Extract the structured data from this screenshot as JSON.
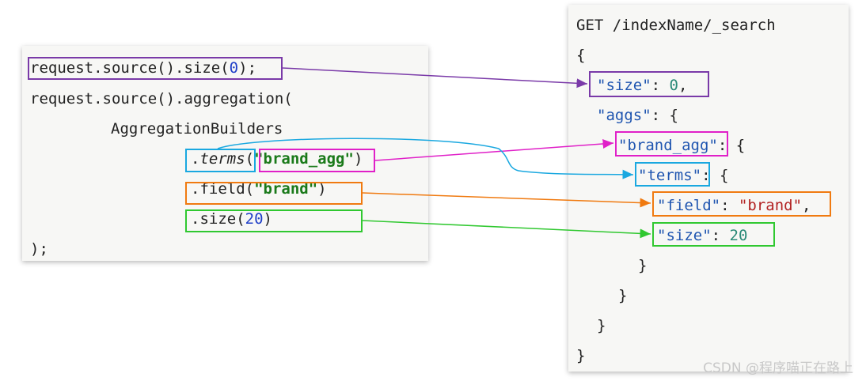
{
  "java_code": {
    "line1": {
      "prefix": "request.source().size(",
      "arg": "0",
      "suffix": ");"
    },
    "line2": "request.source().aggregation(",
    "line3": "AggregationBuilders",
    "line4": {
      "dot": ".",
      "method": "terms",
      "open": "(",
      "arg": "\"brand_agg\"",
      "close": ")"
    },
    "line5": {
      "prefix": ".field(",
      "arg": "\"brand\"",
      "suffix": ")"
    },
    "line6": {
      "prefix": ".size(",
      "arg": "20",
      "suffix": ")"
    },
    "line7": ");"
  },
  "dsl_code": {
    "line1": "GET /indexName/_search",
    "line2": "{",
    "line3": {
      "key": "\"size\"",
      "sep": ": ",
      "val": "0",
      "end": ","
    },
    "line4": {
      "key": "\"aggs\"",
      "rest": ": {"
    },
    "line5": {
      "key": "\"brand_agg\"",
      "rest": ": {"
    },
    "line6": {
      "key": "\"terms\"",
      "rest": ": {"
    },
    "line7": {
      "key": "\"field\"",
      "sep": ": ",
      "val": "\"brand\"",
      "end": ","
    },
    "line8": {
      "key": "\"size\"",
      "sep": ": ",
      "val": "20"
    },
    "line9": "}",
    "line10": "}",
    "line11": "}",
    "line12": "}"
  },
  "colors": {
    "size": "#7a3aa8",
    "brand_agg": "#e020c8",
    "terms": "#1aa8e0",
    "field": "#f07a10",
    "inner_size": "#30c830"
  },
  "watermark": "CSDN @程序喵正在路上"
}
